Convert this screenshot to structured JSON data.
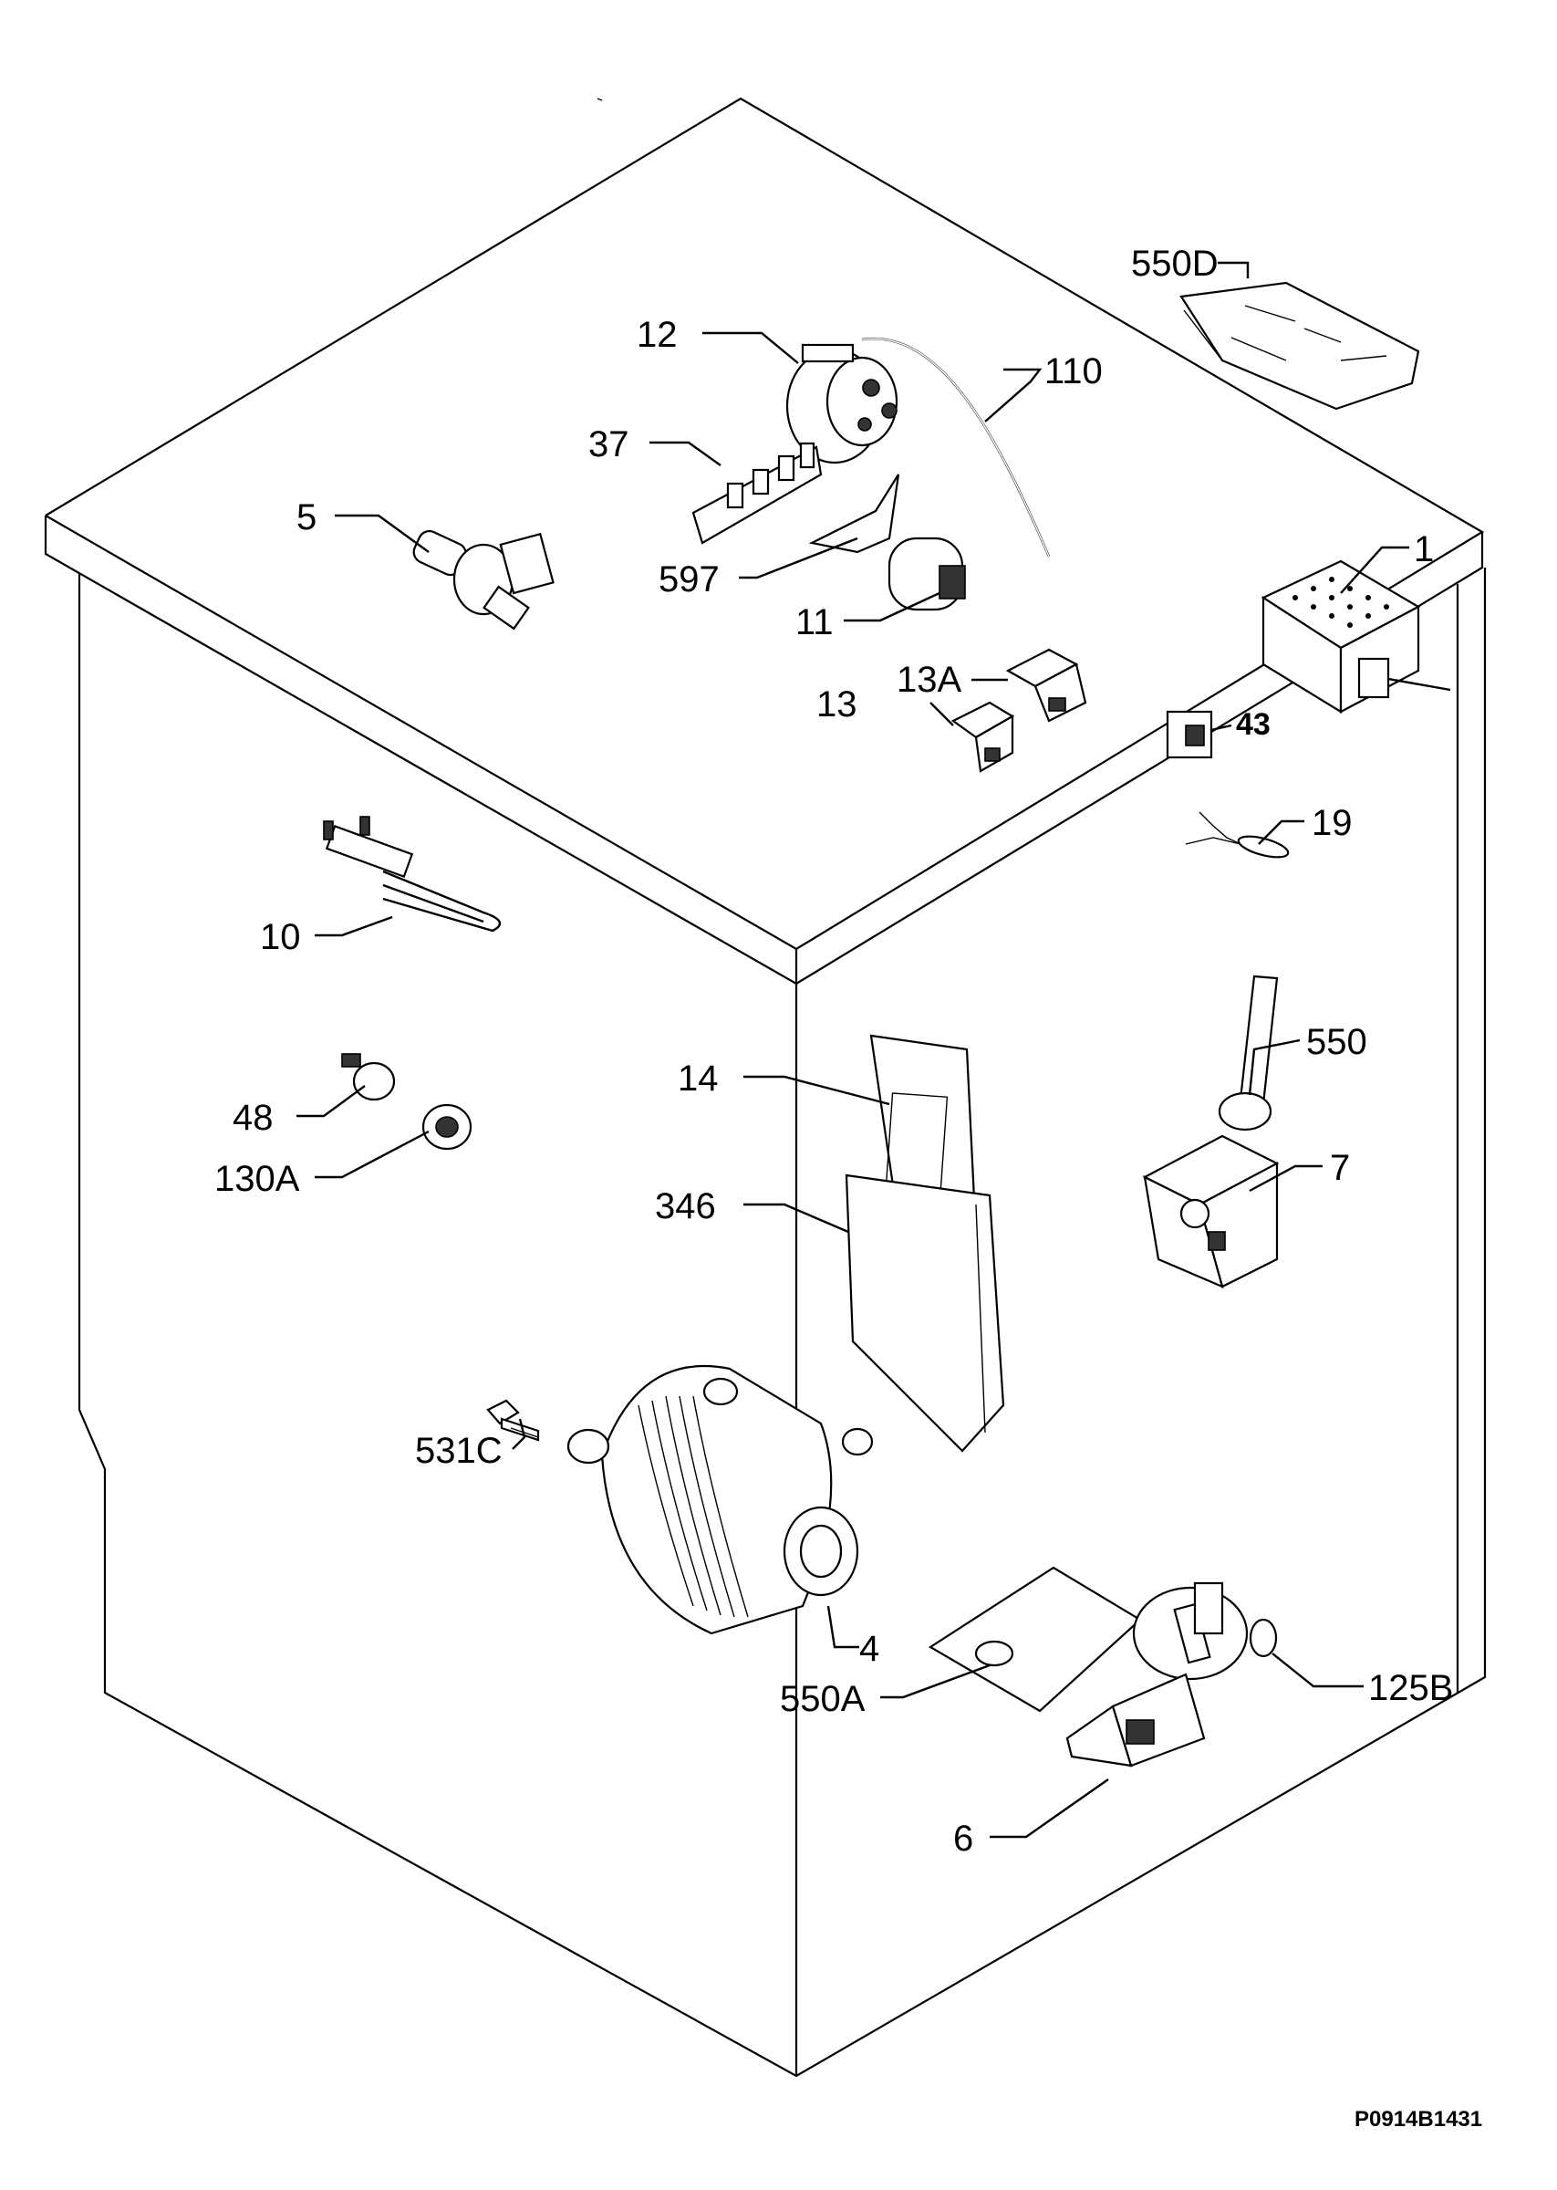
{
  "labels": {
    "p550d": "550D",
    "p12": "12",
    "p110": "110",
    "p37": "37",
    "p5": "5",
    "p597": "597",
    "p11": "11",
    "p1": "1",
    "p13a": "13A",
    "p13": "13",
    "p43": "43",
    "p19": "19",
    "p10": "10",
    "p550": "550",
    "p14": "14",
    "p48": "48",
    "p7": "7",
    "p130a": "130A",
    "p346": "346",
    "p531c": "531C",
    "p4": "4",
    "p125b": "125B",
    "p550a": "550A",
    "p6": "6"
  },
  "drawing_code": "P0914B1431"
}
